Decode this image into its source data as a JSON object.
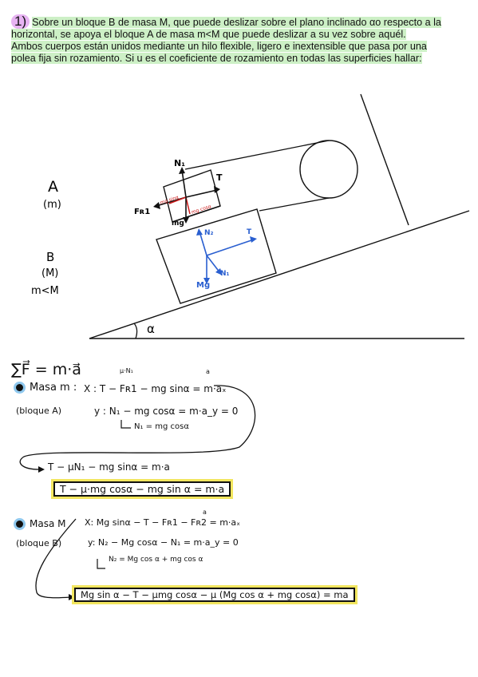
{
  "problem": {
    "number": "1)",
    "line1": "Sobre un bloque B de masa M, que puede deslizar sobre el plano inclinado αo respecto a la",
    "line2": "horizontal, se apoya el bloque A de masa m<M que puede deslizar a su vez sobre aquél.",
    "line3": "Ambos cuerpos están unidos mediante un hilo flexible, ligero e inextensible que pasa por una",
    "line4": "polea fija sin rozamiento. Si u es el coeficiente de rozamiento en todas las superficies hallar:"
  },
  "diagram": {
    "label_A": "A",
    "label_m": "(m)",
    "label_B": "B",
    "label_M": "(M)",
    "label_mltM": "m<M",
    "alpha": "α",
    "fA_N1": "N₁",
    "fA_T": "T",
    "fA_Fr1": "Fʀ1",
    "fA_mgsin": "mg sinα",
    "fA_mgcos": "mg cosα",
    "fA_mg": "mg",
    "fB_N2": "N₂",
    "fB_T": "T",
    "fB_N1": "N₁",
    "fB_Mg": "Mg"
  },
  "newton": "∑F⃗ = m·a⃗",
  "masa_m": {
    "title": "Masa m :",
    "sub": "(bloque A)",
    "note_muN1": "μ·N₁",
    "note_a": "a",
    "x_eq": "X : T − Fʀ1 − mg sinα = m·aₓ",
    "y_eq": "y : N₁ − mg cosα = m·a_y = 0",
    "n1": "N₁ = mg cosα",
    "sub1": "T − μN₁ − mg sinα = m·a",
    "result": "T − μ·mg cosα − mg sin α = m·a"
  },
  "masa_M": {
    "title": "Masa M",
    "sub": "(bloque B)",
    "note_a": "a",
    "x_eq": "X: Mg sinα − T − Fʀ1 − Fʀ2 = m·aₓ",
    "y_eq": "y: N₂ − Mg cosα − N₁ = m·a_y = 0",
    "n2": "N₂ = Mg cos α + mg cos α",
    "result": "Mg sin α − T − μmg cosα − μ (Mg cos α + mg cosα) = ma"
  }
}
